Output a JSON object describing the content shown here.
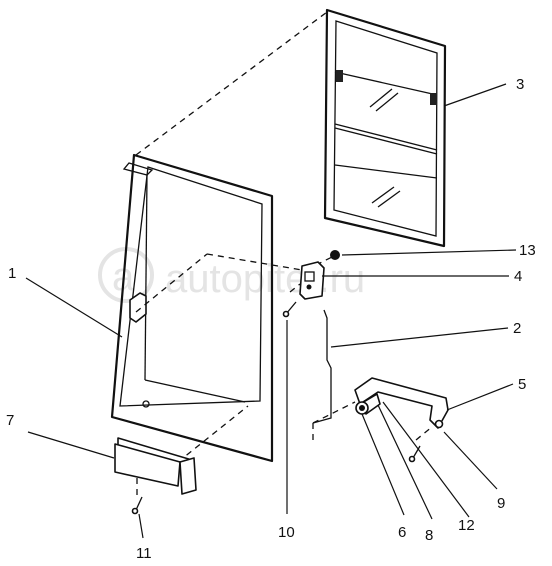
{
  "watermark": {
    "text": "autopiter.ru"
  },
  "callouts": [
    {
      "id": "1",
      "label": "1"
    },
    {
      "id": "2",
      "label": "2"
    },
    {
      "id": "3",
      "label": "3"
    },
    {
      "id": "4",
      "label": "4"
    },
    {
      "id": "5",
      "label": "5"
    },
    {
      "id": "6",
      "label": "6"
    },
    {
      "id": "7",
      "label": "7"
    },
    {
      "id": "8",
      "label": "8"
    },
    {
      "id": "9",
      "label": "9"
    },
    {
      "id": "10",
      "label": "10"
    },
    {
      "id": "11",
      "label": "11"
    },
    {
      "id": "12",
      "label": "12"
    },
    {
      "id": "13",
      "label": "13"
    }
  ],
  "colors": {
    "line": "#111111",
    "watermark": "#e4e4e4",
    "background": "#ffffff"
  }
}
